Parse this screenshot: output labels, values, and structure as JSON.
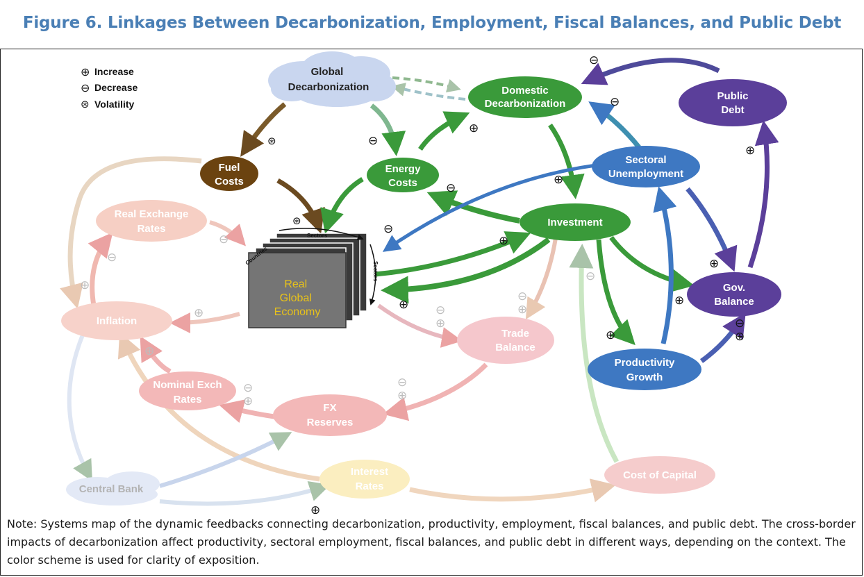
{
  "title": "Figure 6. Linkages Between Decarbonization, Employment, Fiscal Balances, and Public Debt",
  "legend": {
    "increase": "Increase",
    "decrease": "Decrease",
    "volatility": "Volatility"
  },
  "nodes": {
    "global_decarbonization": [
      "Global",
      "Decarbonization"
    ],
    "domestic_decarbonization": [
      "Domestic",
      "Decarbonization"
    ],
    "public_debt": [
      "Public",
      "Debt"
    ],
    "fuel_costs": [
      "Fuel",
      "Costs"
    ],
    "energy_costs": [
      "Energy",
      "Costs"
    ],
    "sectoral_unemployment": [
      "Sectoral",
      "Unemployment"
    ],
    "real_exchange_rates": [
      "Real Exchange",
      "Rates"
    ],
    "investment": [
      "Investment"
    ],
    "gov_balance": [
      "Gov.",
      "Balance"
    ],
    "inflation": [
      "Inflation"
    ],
    "trade_balance": [
      "Trade",
      "Balance"
    ],
    "productivity_growth": [
      "Productivity",
      "Growth"
    ],
    "nominal_exch_rates": [
      "Nominal Exch",
      "Rates"
    ],
    "fx_reserves": [
      "FX",
      "Reserves"
    ],
    "central_bank": [
      "Central Bank"
    ],
    "interest_rates": [
      "Interest",
      "Rates"
    ],
    "cost_of_capital": [
      "Cost of Capital"
    ]
  },
  "economy_box": {
    "label": [
      "Real",
      "Global",
      "Economy"
    ],
    "top_axis": "Sectors",
    "left_axis": "Countries",
    "right_axis": "Sectors"
  },
  "note": "Note: Systems map of the dynamic feedbacks connecting decarbonization, productivity, employment, fiscal balances, and public debt. The cross-border impacts of decarbonization affect productivity, sectoral employment, fiscal balances, and public debt in different ways, depending on the context. The color scheme is used for clarity of exposition.",
  "colors": {
    "green": "#3a9a3a",
    "blue": "#3e78c2",
    "purple": "#5b3f9a",
    "brown": "#6b4310",
    "pink": "#f1b3b3",
    "salmon": "#f2c3b3",
    "yellow": "#f5e3a6",
    "lightblue": "#c5d4ee",
    "title": "#4a7fb5"
  }
}
